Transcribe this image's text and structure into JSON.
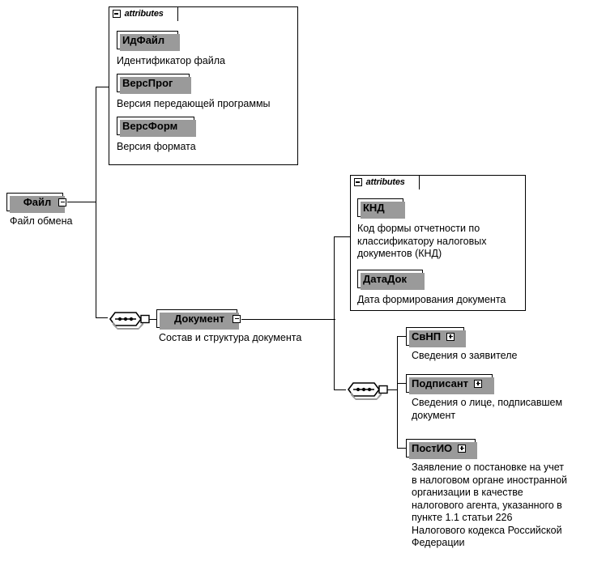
{
  "diagram": {
    "title": "XML schema structure diagram",
    "type": "xsd-tree",
    "colors": {
      "line": "#000000",
      "background": "#ffffff",
      "shadow": "#9a9a9a"
    }
  },
  "root": {
    "name": "Файл",
    "description": "Файл обмена",
    "expander": "minus"
  },
  "file_attributes": {
    "tab_label": "attributes",
    "tab_expander": "minus",
    "items": [
      {
        "name": "ИдФайл",
        "description": "Идентификатор файла"
      },
      {
        "name": "ВерсПрог",
        "description": "Версия передающей программы"
      },
      {
        "name": "ВерсФорм",
        "description": "Версия формата"
      }
    ]
  },
  "document": {
    "name": "Документ",
    "description": "Состав и структура документа",
    "expander": "minus"
  },
  "document_attributes": {
    "tab_label": "attributes",
    "tab_expander": "minus",
    "items": [
      {
        "name": "КНД",
        "description": "Код формы отчетности по\nклассификатору налоговых\nдокументов (КНД)"
      },
      {
        "name": "ДатаДок",
        "description": "Дата формирования документа"
      }
    ]
  },
  "document_children": [
    {
      "name": "СвНП",
      "expander": "plus",
      "description": "Сведения о заявителе"
    },
    {
      "name": "Подписант",
      "expander": "plus",
      "description": "Сведения о лице, подписавшем\nдокумент"
    },
    {
      "name": "ПостИО",
      "expander": "plus",
      "description": "Заявление о постановке на учет\nв налоговом органе иностранной\nорганизации в качестве\nналогового агента, указанного в\nпункте 1.1 статьи 226\nНалогового кодекса Российской\nФедерации"
    }
  ],
  "compositors": [
    {
      "kind": "sequence",
      "owner": "Файл"
    },
    {
      "kind": "sequence",
      "owner": "Документ"
    }
  ]
}
